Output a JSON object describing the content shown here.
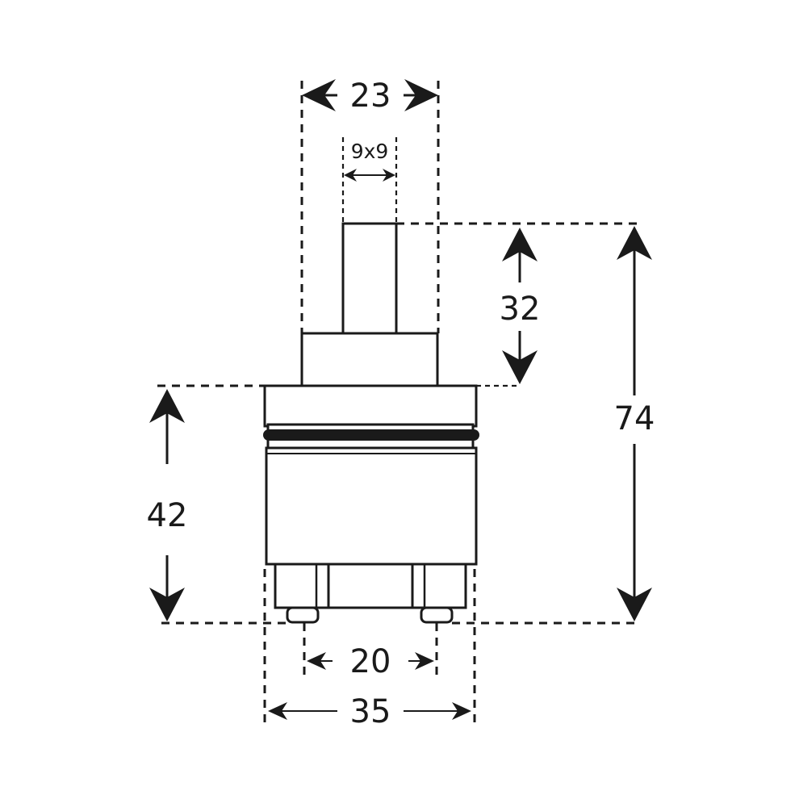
{
  "dimensions": {
    "top_width": "23",
    "stem_square": "9x9",
    "stem_height": "32",
    "total_height": "74",
    "body_height": "42",
    "pin_spacing": "20",
    "base_width": "35"
  }
}
